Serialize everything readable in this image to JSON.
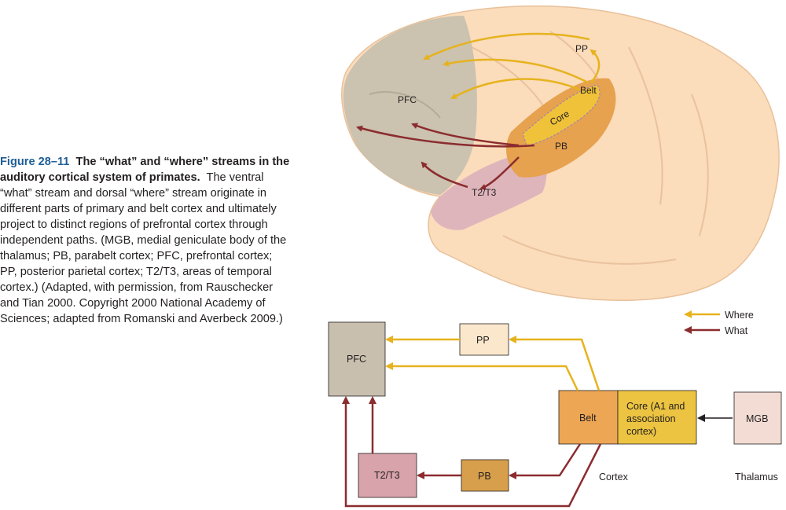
{
  "caption": {
    "figure_number": "Figure 28–11",
    "title": "The “what” and “where” streams in the auditory cortical system of primates.",
    "body": "The ventral “what” stream and dorsal “where” stream originate in different parts of primary and belt cortex and ultimately project to distinct regions of prefrontal cortex through independent paths. (MGB, medial geniculate body of the thalamus; PB, parabelt cortex; PFC, prefrontal cortex; PP, posterior parietal cortex; T2/T3, areas of temporal cortex.) (Adapted, with permission, from Rauschecker and Tian 2000. Copyright 2000 National Academy of Sciences; adapted from Romanski and Averbeck 2009.)"
  },
  "brain": {
    "pfc": "PFC",
    "pp": "PP",
    "belt": "Belt",
    "core": "Core",
    "pb": "PB",
    "t2t3": "T2/T3"
  },
  "diagram": {
    "boxes": {
      "pfc": "PFC",
      "pp": "PP",
      "belt": "Belt",
      "core_line1": "Core (A1 and",
      "core_line2": "association",
      "core_line3": "cortex)",
      "mgb": "MGB",
      "t2t3": "T2/T3",
      "pb": "PB"
    },
    "region_labels": {
      "cortex": "Cortex",
      "thalamus": "Thalamus"
    },
    "legend": [
      {
        "label": "Where",
        "color": "#e6b31e"
      },
      {
        "label": "What",
        "color": "#8b2c2f"
      }
    ]
  },
  "colors": {
    "where_stream": "#e6b31e",
    "what_stream": "#8b2c2f",
    "pfc_box": "#c9bfae",
    "pp_box": "#fbe8cc",
    "belt_box": "#eda654",
    "core_box": "#ecc441",
    "mgb_box": "#f2dcd3",
    "t2t3_box": "#d8a3ab",
    "pb_box": "#d79f4c",
    "caption_accent": "#1f5e96"
  }
}
